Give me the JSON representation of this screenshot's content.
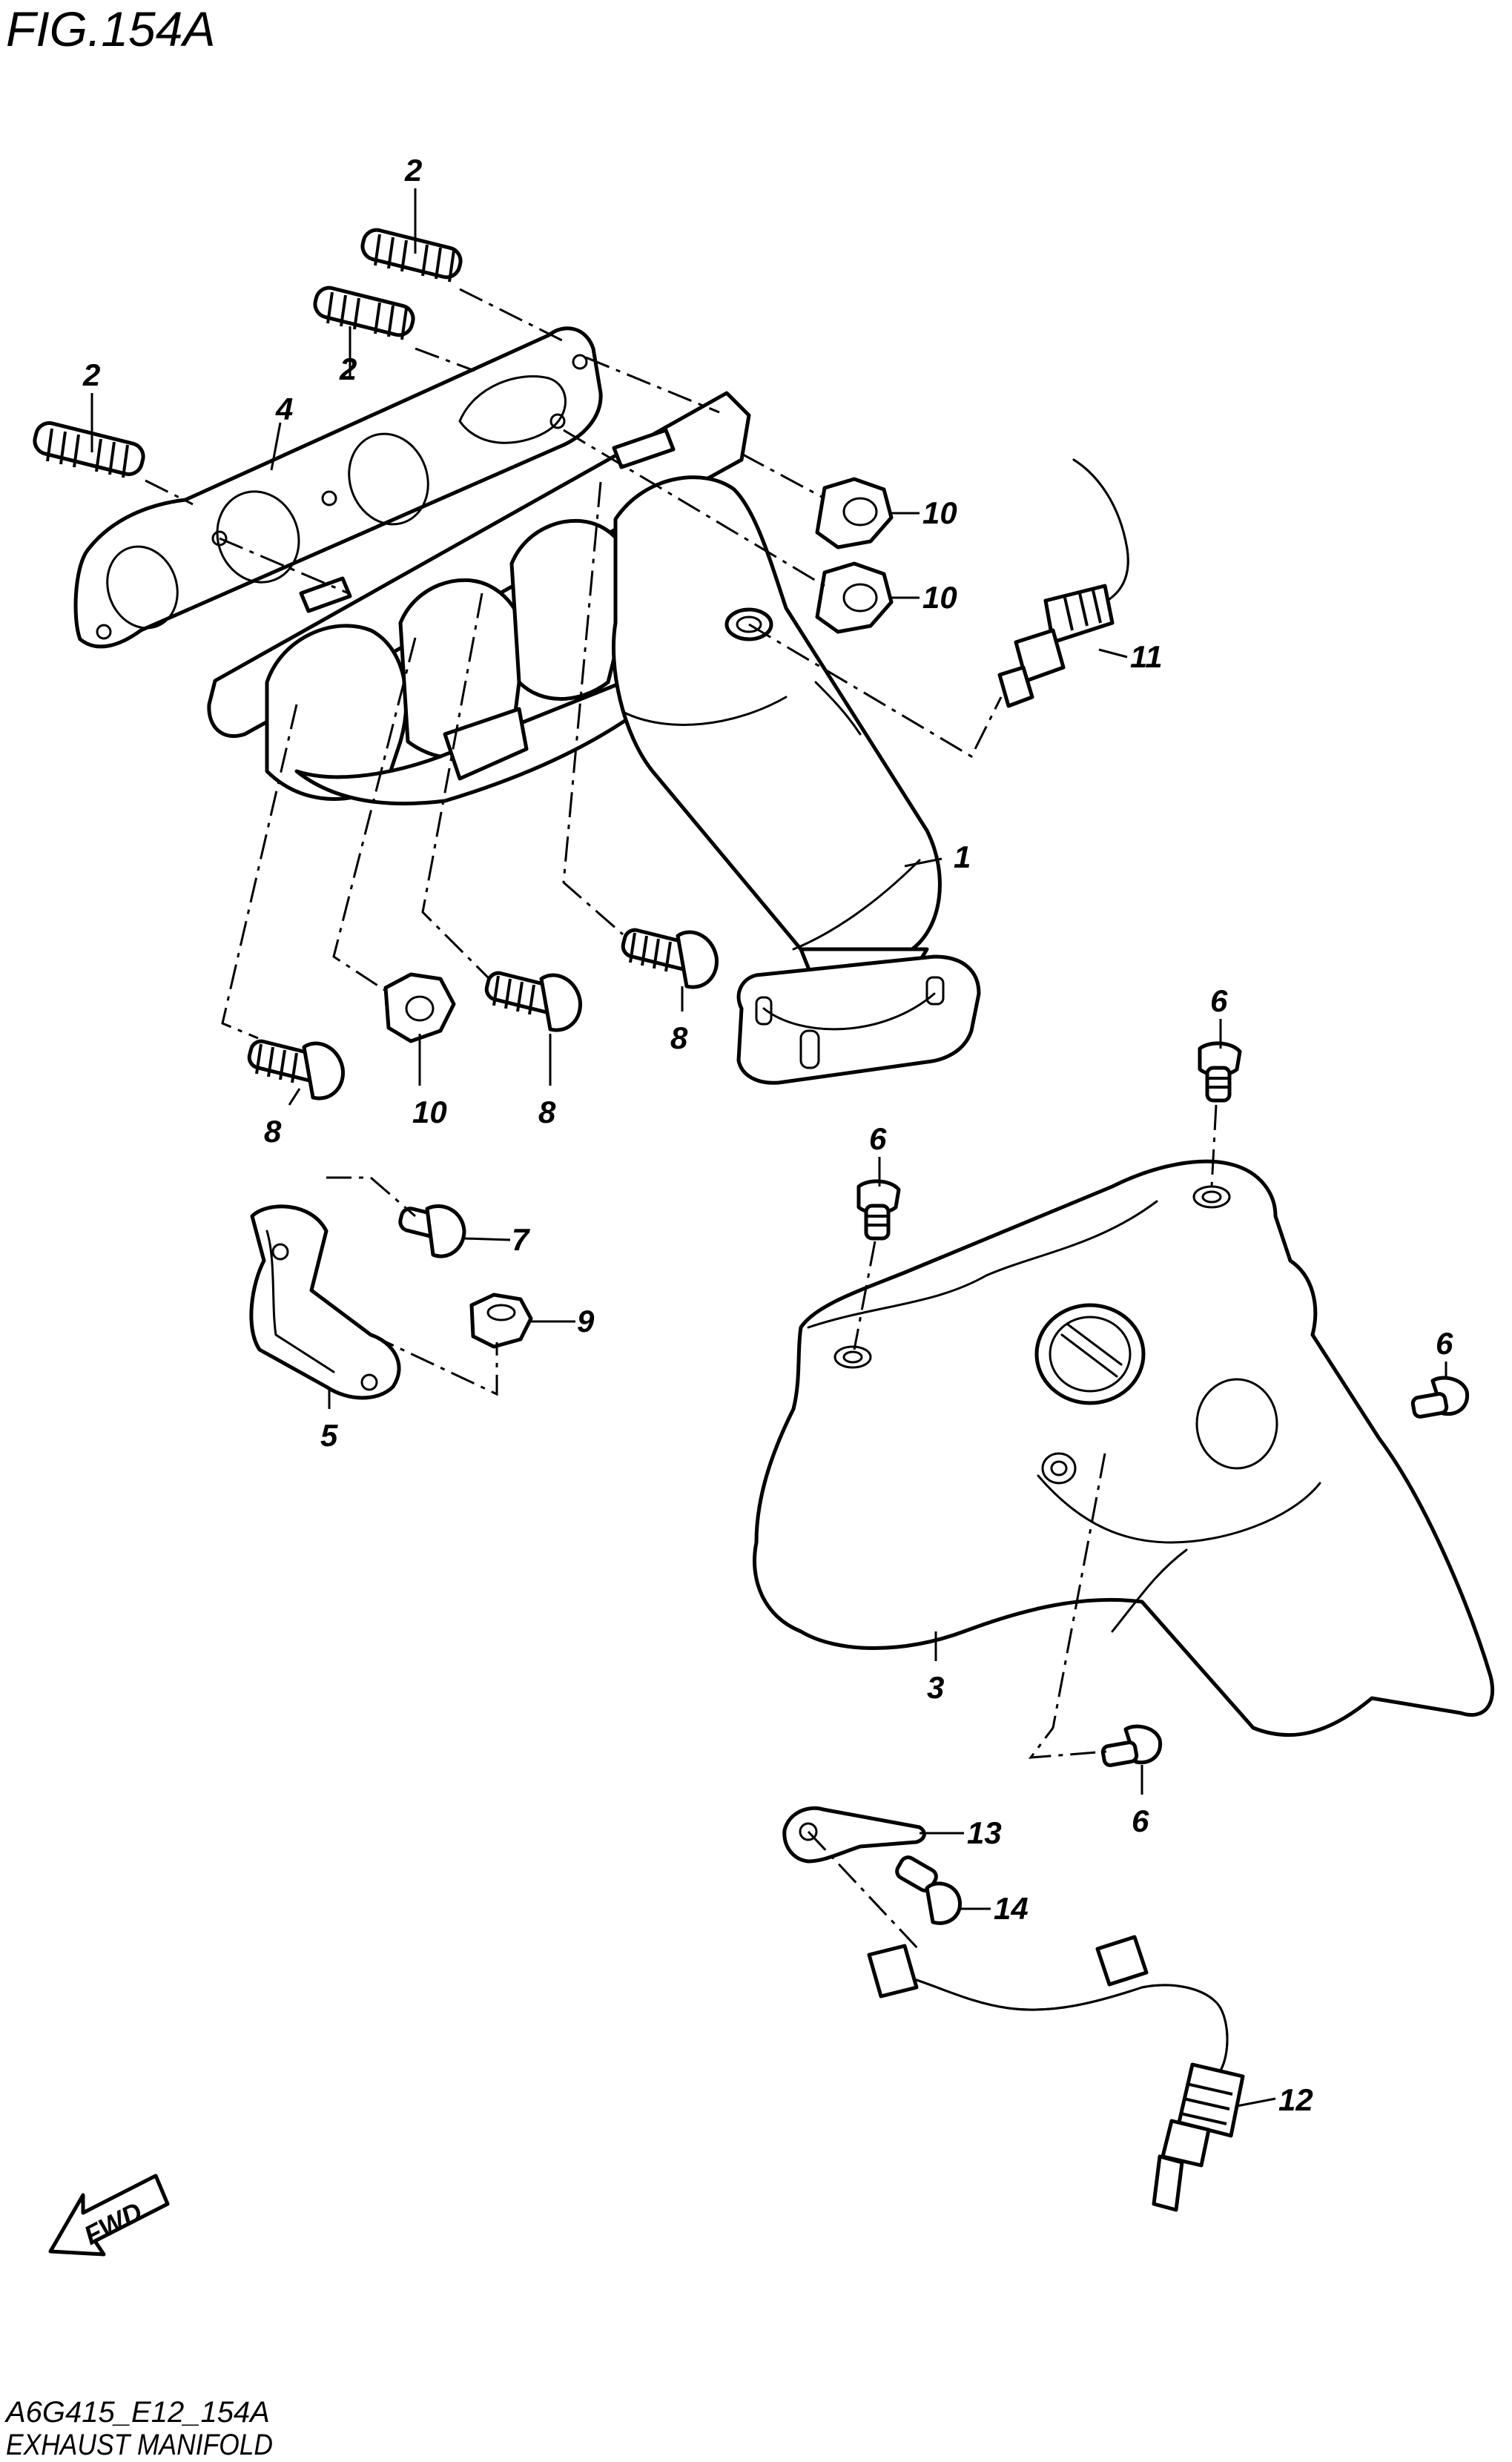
{
  "figure": {
    "title": "FIG.154A",
    "code": "A6G415_E12_154A",
    "name": "EXHAUST MANIFOLD",
    "fwd_label": "FWD"
  },
  "callouts": {
    "p1": "1",
    "p2a": "2",
    "p2b": "2",
    "p2c": "2",
    "p3": "3",
    "p4": "4",
    "p5": "5",
    "p6a": "6",
    "p6b": "6",
    "p6c": "6",
    "p6d": "6",
    "p7": "7",
    "p8a": "8",
    "p8b": "8",
    "p8c": "8",
    "p9": "9",
    "p10a": "10",
    "p10b": "10",
    "p10c": "10",
    "p11": "11",
    "p12": "12",
    "p13": "13",
    "p14": "14"
  }
}
